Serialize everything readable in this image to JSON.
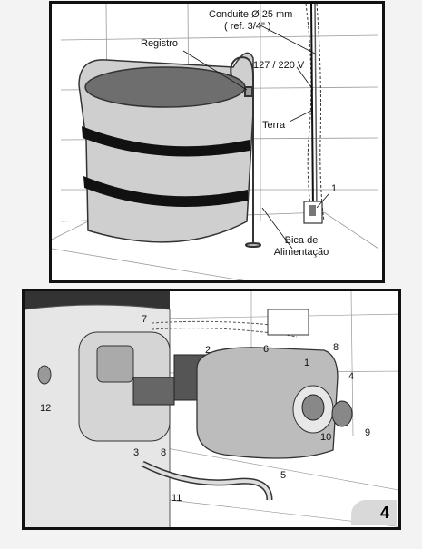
{
  "top_panel": {
    "labels": {
      "conduite": "Conduite Ø 25 mm",
      "ref": "( ref. 3/4\" )",
      "registro": "Registro",
      "voltage": "127 / 220 V",
      "terra": "Terra",
      "callout_1": "1",
      "bica_line1": "Bica de",
      "bica_line2": "Alimentação"
    }
  },
  "bottom_panel": {
    "callouts": [
      "1",
      "2",
      "3",
      "4",
      "5",
      "6",
      "7",
      "8",
      "8",
      "9",
      "10",
      "11",
      "12"
    ]
  },
  "page_number": "4",
  "colors": {
    "border": "#111111",
    "tub": "#c8c8c8",
    "band": "#111111",
    "device": "#b8b8b8",
    "wall_tile": "#9a9a9a"
  }
}
